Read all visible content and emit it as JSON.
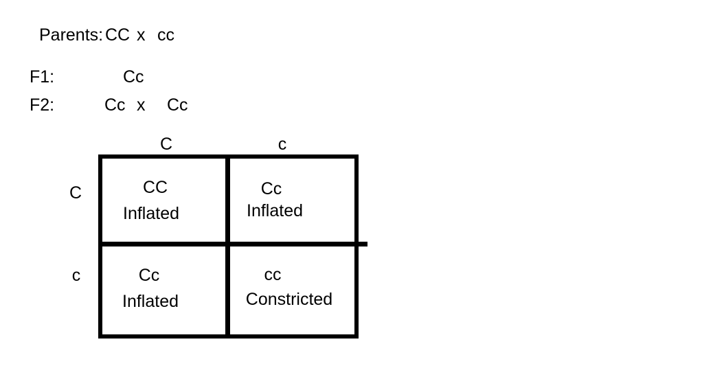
{
  "canvas": {
    "background": "#ffffff",
    "ink_color": "#000000"
  },
  "cross_summary": {
    "parents": {
      "label": "Parents:",
      "parent1_genotype": "CC",
      "cross_symbol": "x",
      "parent2_genotype": "cc"
    },
    "f1": {
      "label": "F1:",
      "genotype": "Cc"
    },
    "f2": {
      "label": "F2:",
      "parent1_genotype": "Cc",
      "cross_symbol": "x",
      "parent2_genotype": "Cc"
    }
  },
  "punnett_square": {
    "column_headers": [
      "C",
      "c"
    ],
    "row_headers": [
      "C",
      "c"
    ],
    "cells": [
      {
        "genotype": "CC",
        "phenotype": "Inflated"
      },
      {
        "genotype": "Cc",
        "phenotype": "Inflated"
      },
      {
        "genotype": "Cc",
        "phenotype": "Inflated"
      },
      {
        "genotype": "cc",
        "phenotype": "Constricted"
      }
    ]
  }
}
